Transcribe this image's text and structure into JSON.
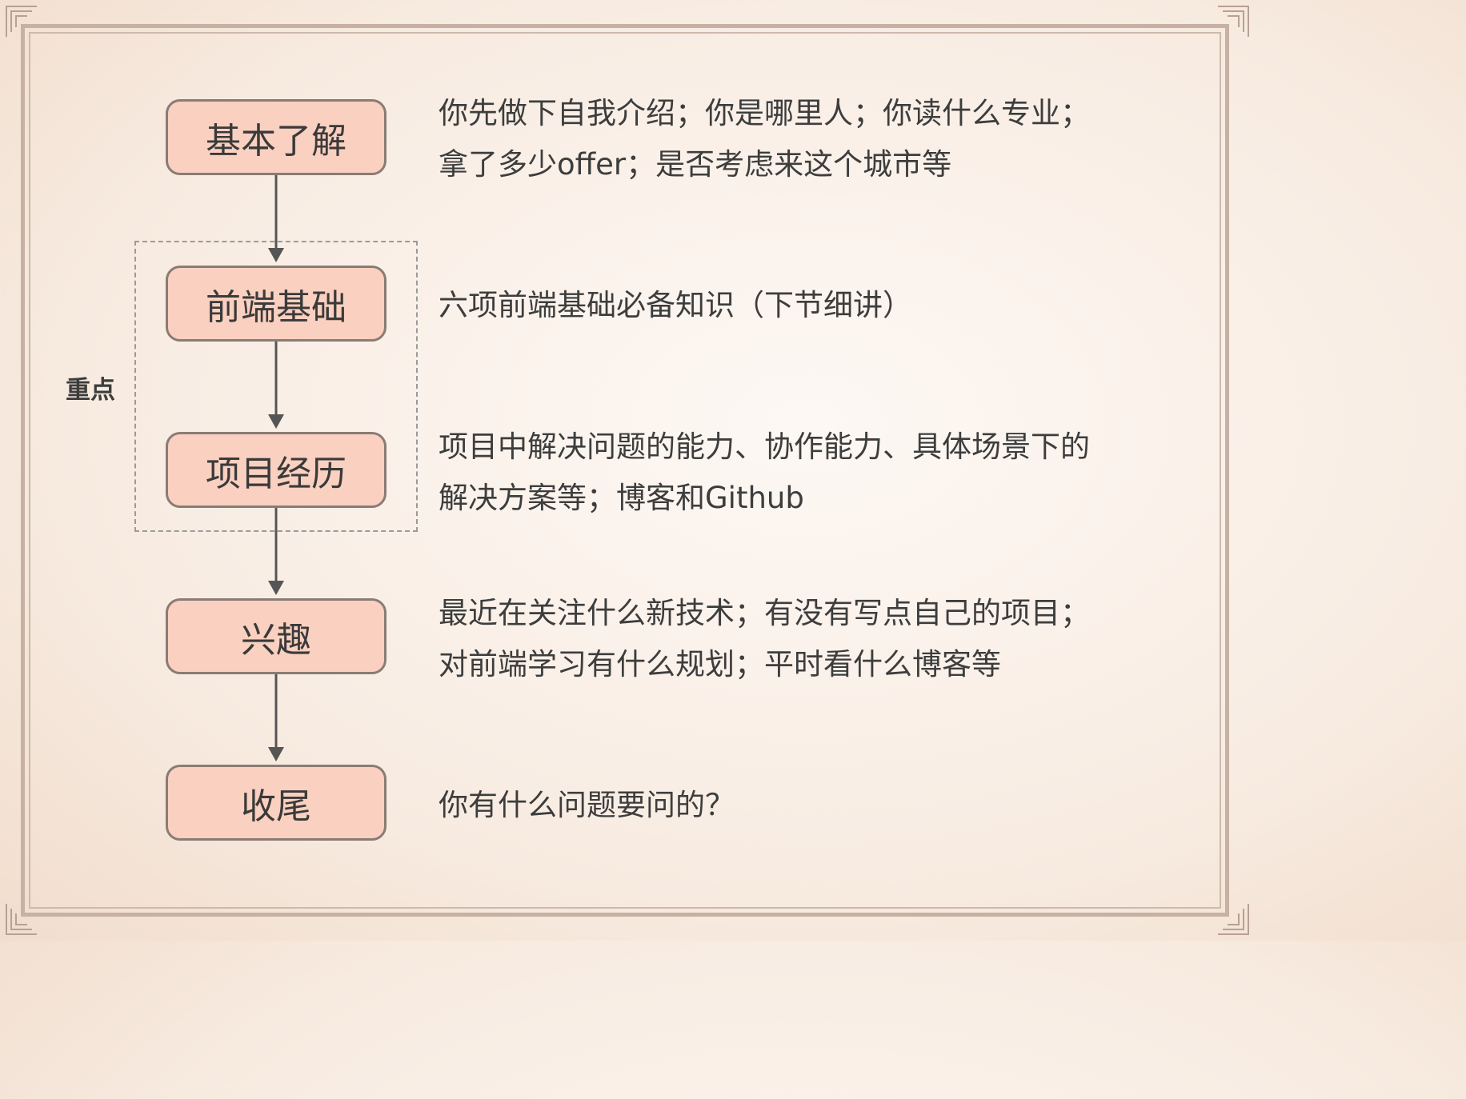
{
  "steps": [
    {
      "label": "基本了解",
      "desc": [
        "你先做下自我介绍；你是哪里人；你读什么专业；",
        "拿了多少offer；是否考虑来这个城市等"
      ]
    },
    {
      "label": "前端基础",
      "desc": [
        "六项前端基础必备知识（下节细讲）"
      ]
    },
    {
      "label": "项目经历",
      "desc": [
        "项目中解决问题的能力、协作能力、具体场景下的",
        "解决方案等；博客和Github"
      ]
    },
    {
      "label": "兴趣",
      "desc": [
        "最近在关注什么新技术；有没有写点自己的项目；",
        "对前端学习有什么规划；平时看什么博客等"
      ]
    },
    {
      "label": "收尾",
      "desc": [
        "你有什么问题要问的？"
      ]
    }
  ],
  "focus_group": {
    "label": "重点",
    "steps": [
      1,
      2
    ]
  },
  "colors": {
    "node_fill": "#fad0c0",
    "node_border": "#8a7c74",
    "arrow": "#555555",
    "text": "#3d3d3d"
  }
}
